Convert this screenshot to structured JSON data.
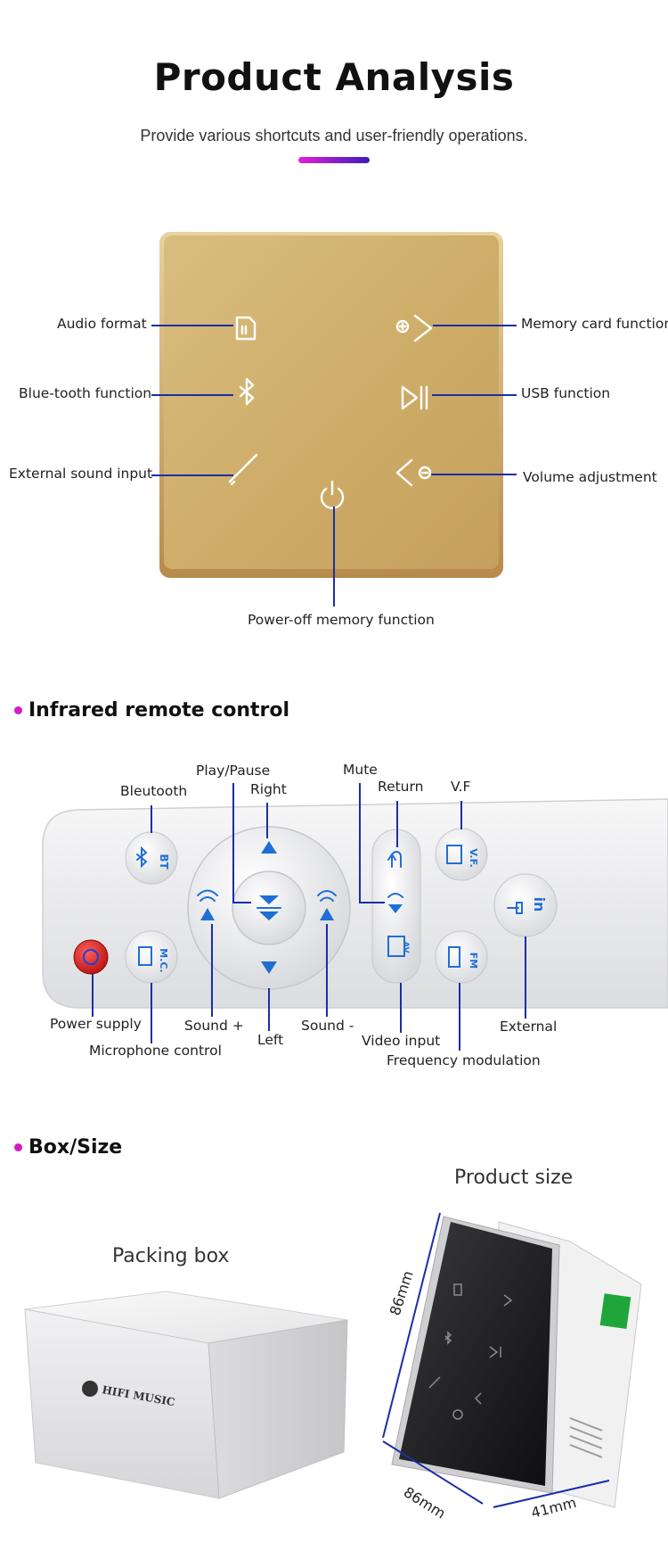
{
  "header": {
    "title": "Product Analysis",
    "subtitle": "Provide various shortcuts and user-friendly operations."
  },
  "panel_labels": {
    "audio_format": "Audio format",
    "bluetooth": "Blue-tooth function",
    "external_input": "External sound input",
    "memory_card": "Memory card function",
    "usb": "USB function",
    "volume": "Volume adjustment",
    "power_off": "Power-off memory function"
  },
  "remote": {
    "section_title": "Infrared remote control",
    "labels": {
      "play_pause": "Play/Pause",
      "mute": "Mute",
      "bluetooth": "Bleutooth",
      "right": "Right",
      "return": "Return",
      "vf": "V.F",
      "power_supply": "Power supply",
      "sound_plus": "Sound +",
      "sound_minus": "Sound -",
      "external": "External",
      "microphone": "Microphone control",
      "left": "Left",
      "video_input": "Video input",
      "frequency": "Frequency modulation"
    },
    "button_text": {
      "bt": "BT",
      "mc": "M.C.",
      "vf": "V.F.",
      "av": "AV",
      "fm": "FM",
      "in": "in"
    }
  },
  "box": {
    "section_title": "Box/Size",
    "packing_caption": "Packing box",
    "size_caption": "Product size",
    "box_logo": "HIFI MUSIC",
    "dims": {
      "height": "86mm",
      "width": "86mm",
      "depth": "41mm"
    }
  },
  "colors": {
    "accent": "#d319c9",
    "line_blue": "#1a2fa6",
    "panel_gold": "#cfae6a",
    "remote_blue": "#1f6fd6",
    "power_red": "#d42020"
  }
}
